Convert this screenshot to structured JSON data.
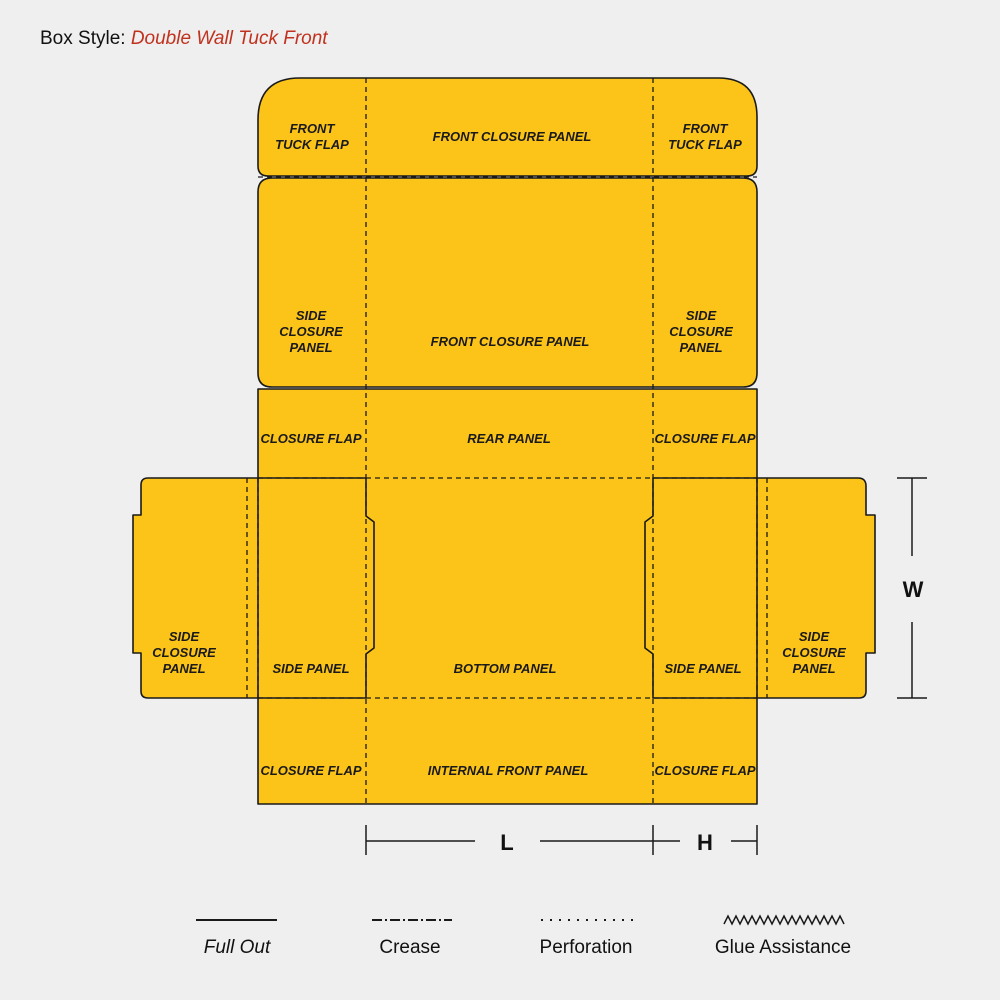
{
  "header": {
    "prefix": "Box Style:",
    "style_name": "Double Wall Tuck Front"
  },
  "colors": {
    "panel_fill": "#fcc419",
    "outline": "#1a1a1a",
    "accent_text": "#c0321e",
    "background": "#efefef"
  },
  "panels": {
    "front_tuck_flap_left": [
      "FRONT",
      "TUCK FLAP"
    ],
    "front_closure_panel_top": [
      "FRONT CLOSURE PANEL"
    ],
    "front_tuck_flap_right": [
      "FRONT",
      "TUCK FLAP"
    ],
    "side_closure_panel_upper_left": [
      "SIDE",
      "CLOSURE",
      "PANEL"
    ],
    "front_closure_panel_main": [
      "FRONT CLOSURE PANEL"
    ],
    "side_closure_panel_upper_right": [
      "SIDE",
      "CLOSURE",
      "PANEL"
    ],
    "closure_flap_upper_left": [
      "CLOSURE FLAP"
    ],
    "rear_panel": [
      "REAR PANEL"
    ],
    "closure_flap_upper_right": [
      "CLOSURE FLAP"
    ],
    "side_closure_panel_far_left": [
      "SIDE",
      "CLOSURE",
      "PANEL"
    ],
    "side_panel_left": [
      "SIDE PANEL"
    ],
    "bottom_panel": [
      "BOTTOM PANEL"
    ],
    "side_panel_right": [
      "SIDE PANEL"
    ],
    "side_closure_panel_far_right": [
      "SIDE",
      "CLOSURE",
      "PANEL"
    ],
    "closure_flap_lower_left": [
      "CLOSURE FLAP"
    ],
    "internal_front_panel": [
      "INTERNAL FRONT PANEL"
    ],
    "closure_flap_lower_right": [
      "CLOSURE FLAP"
    ]
  },
  "dimensions": {
    "length": "L",
    "height": "H",
    "width": "W"
  },
  "legend": [
    {
      "label": "Full Out",
      "line": "solid",
      "italic": true
    },
    {
      "label": "Crease",
      "line": "dash-dot",
      "italic": false
    },
    {
      "label": "Perforation",
      "line": "dotted",
      "italic": false
    },
    {
      "label": "Glue Assistance",
      "line": "zigzag",
      "italic": false
    }
  ]
}
